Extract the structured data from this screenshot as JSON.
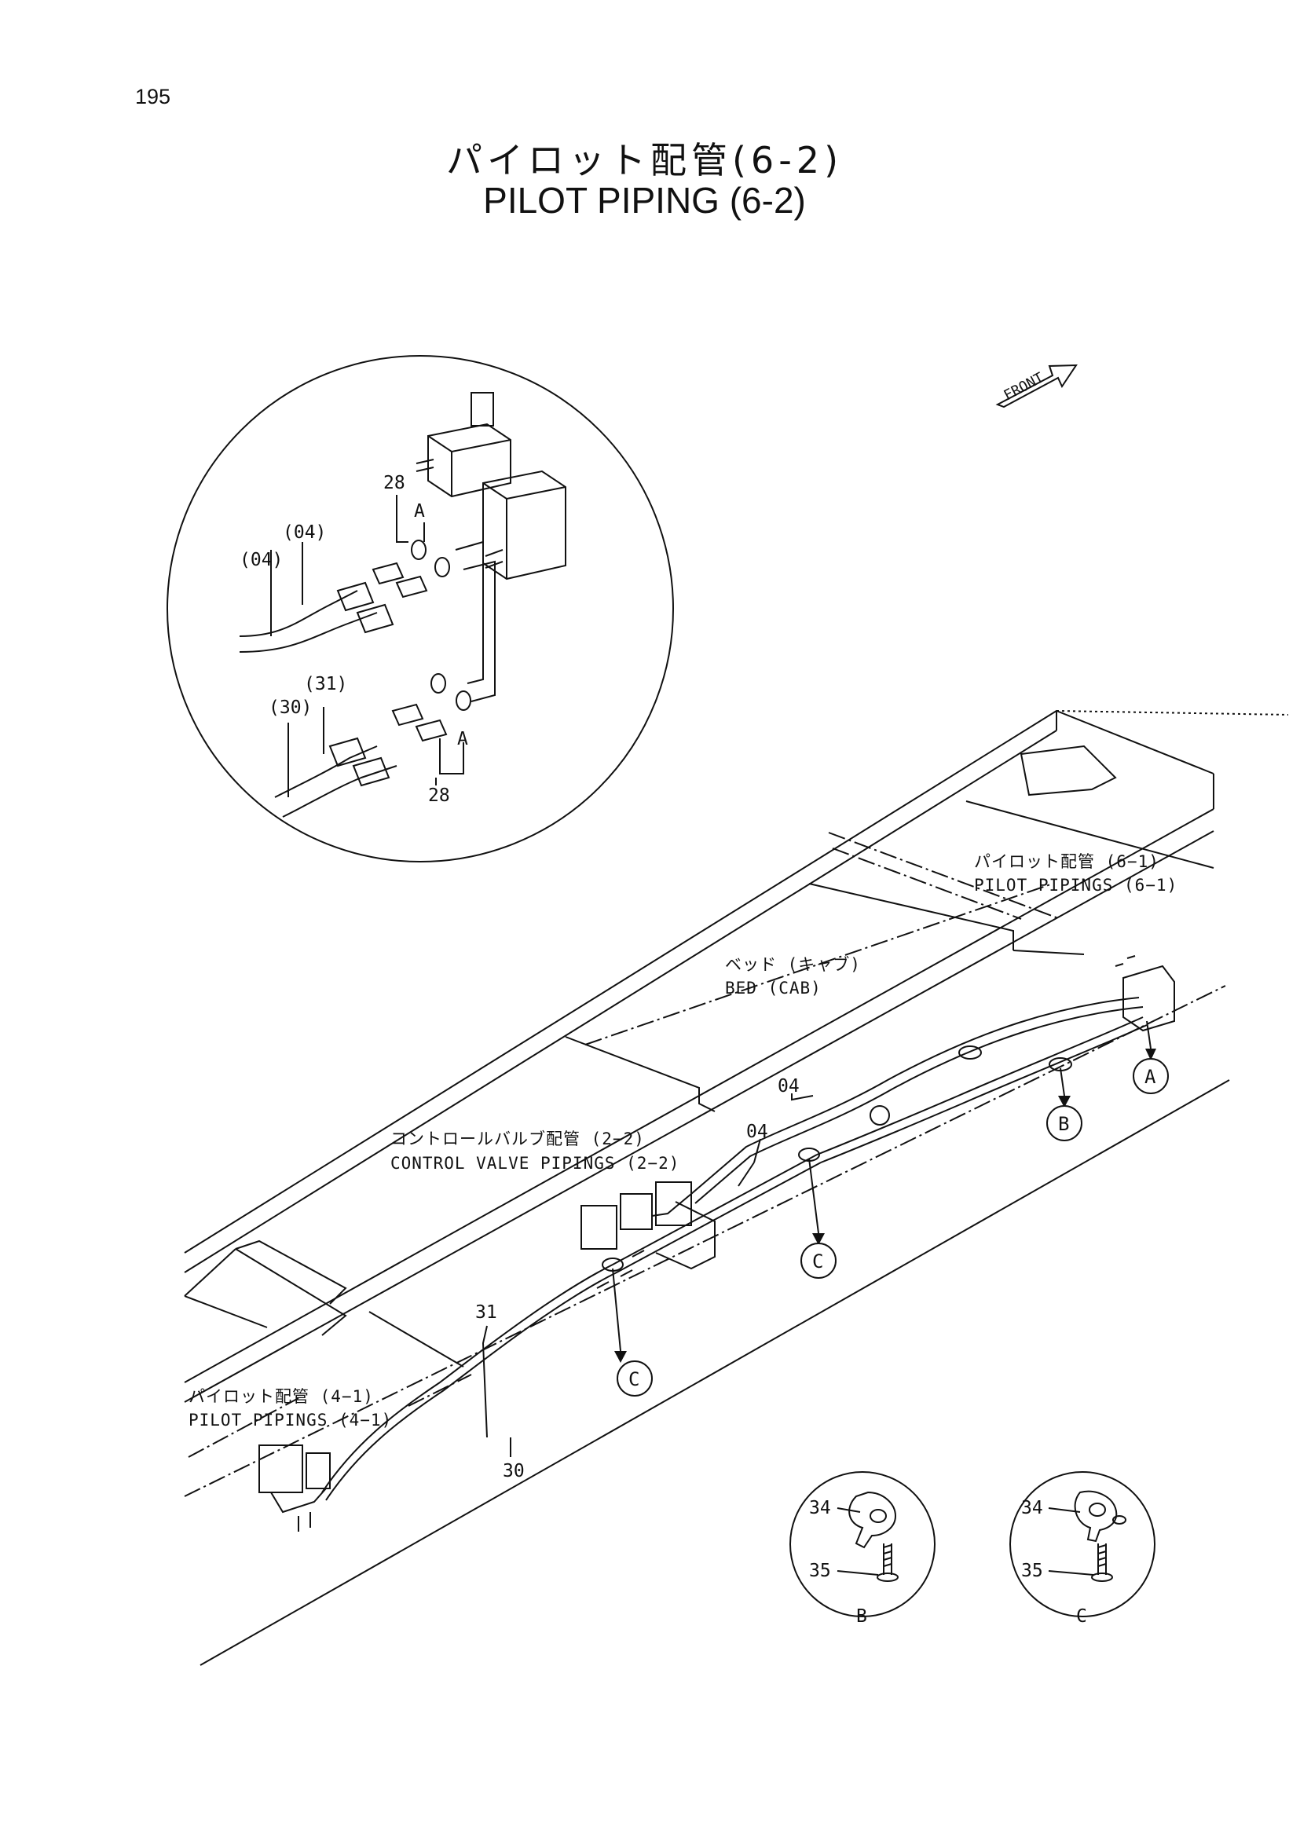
{
  "page": {
    "number": "195",
    "title_jp": "パイロット配管(6-2)",
    "title_en": "PILOT PIPING (6-2)"
  },
  "front_label": "FRONT",
  "detail_a": {
    "labels": {
      "top_part": "28",
      "top_view": "A",
      "hose1": "(04)",
      "hose2": "(04)",
      "hose3": "(31)",
      "hose4": "(30)",
      "bottom_view": "A",
      "bottom_part": "28"
    }
  },
  "annotations": {
    "pilot_6_1_jp": "パイロット配管 (6−1)",
    "pilot_6_1_en": "PILOT PIPINGS (6−1)",
    "bed_jp": "ベッド (キャブ)",
    "bed_en": "BED (CAB)",
    "cv_jp": "コントロールバルブ配管 (2−2)",
    "cv_en": "CONTROL VALVE PIPINGS (2−2)",
    "pilot_4_1_jp": "パイロット配管 (4−1)",
    "pilot_4_1_en": "PILOT PIPINGS (4−1)"
  },
  "part_labels": {
    "p04_upper": "04",
    "p04_lower": "04",
    "p31": "31",
    "p30": "30"
  },
  "callouts": {
    "a": "A",
    "b": "B",
    "c1": "C",
    "c2": "C"
  },
  "detail_b": {
    "clamp": "34",
    "bolt": "35",
    "view": "B"
  },
  "detail_c": {
    "clamp": "34",
    "bolt": "35",
    "view": "C"
  }
}
